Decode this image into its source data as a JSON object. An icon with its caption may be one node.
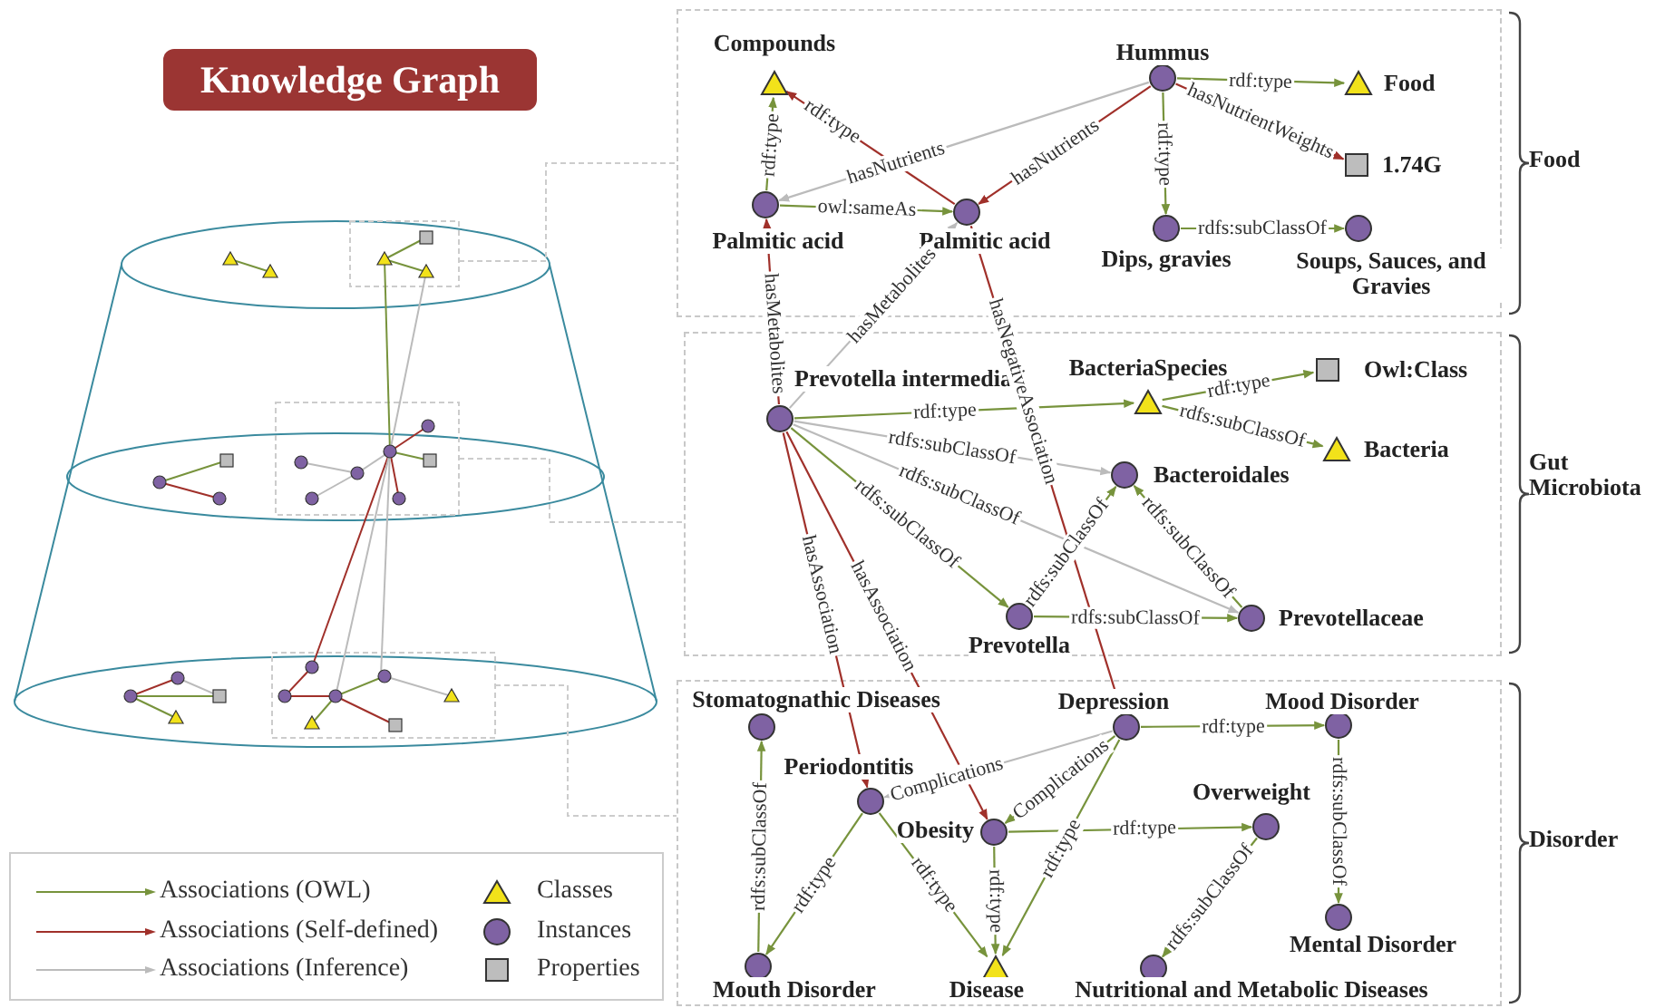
{
  "diagram": {
    "nodes": [
      {
        "text": [
          "Knowledge Graph"
        ]
      },
      {
        "text": [],
        "shape": "box",
        "beside": [
          "Food"
        ]
      },
      {
        "text": [],
        "shape": "box",
        "beside": [
          "Gut Microbiota"
        ]
      },
      {
        "text": [],
        "shape": "box",
        "beside": [
          "Disorder"
        ]
      },
      {
        "text": [],
        "shape": "triangle",
        "in": 1,
        "beside": [
          "Compounds"
        ]
      },
      {
        "text": [],
        "shape": "circle",
        "in": 1,
        "beside": [
          "Hummus"
        ]
      },
      {
        "text": [],
        "shape": "triangle",
        "in": 1,
        "beside": [
          "Food"
        ]
      },
      {
        "text": [],
        "shape": "circle",
        "in": 1,
        "beside": [
          "Palmitic acid"
        ]
      },
      {
        "text": [],
        "shape": "circle",
        "in": 1,
        "beside": [
          "Palmitic acid"
        ]
      },
      {
        "text": [],
        "shape": "square",
        "in": 1,
        "beside": [
          "1.74G"
        ]
      },
      {
        "text": [],
        "shape": "circle",
        "in": 1,
        "beside": [
          "Dips, gravies"
        ]
      },
      {
        "text": [],
        "shape": "circle",
        "in": 1,
        "beside": [
          "Soups, Sauces, and Gravies"
        ]
      },
      {
        "text": [],
        "shape": "circle",
        "in": 2,
        "beside": [
          "Prevotella intermedia"
        ]
      },
      {
        "text": [],
        "shape": "triangle",
        "in": 2,
        "beside": [
          "BacteriaSpecies"
        ]
      },
      {
        "text": [],
        "shape": "square",
        "in": 2,
        "beside": [
          "Owl:Class"
        ]
      },
      {
        "text": [],
        "shape": "triangle",
        "in": 2,
        "beside": [
          "Bacteria"
        ]
      },
      {
        "text": [],
        "shape": "circle",
        "in": 2,
        "beside": [
          "Bacteroidales"
        ]
      },
      {
        "text": [],
        "shape": "circle",
        "in": 2,
        "beside": [
          "Prevotella"
        ]
      },
      {
        "text": [],
        "shape": "circle",
        "in": 2,
        "beside": [
          "Prevotellaceae"
        ]
      },
      {
        "text": [],
        "shape": "circle",
        "in": 3,
        "beside": [
          "Stomatognathic Diseases"
        ]
      },
      {
        "text": [],
        "shape": "circle",
        "in": 3,
        "beside": [
          "Depression"
        ]
      },
      {
        "text": [],
        "shape": "circle",
        "in": 3,
        "beside": [
          "Mood Disorder"
        ]
      },
      {
        "text": [],
        "shape": "circle",
        "in": 3,
        "beside": [
          "Periodontitis"
        ]
      },
      {
        "text": [],
        "shape": "circle",
        "in": 3,
        "beside": [
          "Obesity"
        ]
      },
      {
        "text": [],
        "shape": "circle",
        "in": 3,
        "beside": [
          "Overweight"
        ]
      },
      {
        "text": [],
        "shape": "circle",
        "in": 3,
        "beside": [
          "Mouth Disorder"
        ]
      },
      {
        "text": [],
        "shape": "triangle",
        "in": 3,
        "beside": [
          "Disease"
        ]
      },
      {
        "text": [],
        "shape": "circle",
        "in": 3,
        "beside": [
          "Nutritional and Metabolic Diseases"
        ]
      },
      {
        "text": [],
        "shape": "circle",
        "in": 3,
        "beside": [
          "Mental Disorder"
        ]
      }
    ],
    "edges": [
      {
        "from": 7,
        "to": 4,
        "arrow": "to",
        "label": "rdf:type"
      },
      {
        "from": 8,
        "to": 4,
        "arrow": "to",
        "label": "rdf:type",
        "color": "#a0302a"
      },
      {
        "from": 5,
        "to": 7,
        "arrow": "to",
        "label": "hasNutrients",
        "color": "#bbbbbb"
      },
      {
        "from": 5,
        "to": 8,
        "arrow": "to",
        "label": "hasNutrients",
        "color": "#a0302a"
      },
      {
        "from": 7,
        "to": 8,
        "arrow": "to",
        "label": "owl:sameAs"
      },
      {
        "from": 5,
        "to": 6,
        "arrow": "to",
        "label": "rdf:type"
      },
      {
        "from": 5,
        "to": 9,
        "arrow": "to",
        "label": "hasNutrientWeights",
        "color": "#a0302a"
      },
      {
        "from": 5,
        "to": 10,
        "arrow": "to",
        "label": "rdf:type"
      },
      {
        "from": 10,
        "to": 11,
        "arrow": "to",
        "label": "rdfs:subClassOf"
      },
      {
        "from": 12,
        "to": 7,
        "arrow": "to",
        "label": "hasMetabolites",
        "color": "#a0302a"
      },
      {
        "from": 12,
        "to": 8,
        "arrow": "to",
        "label": "hasMetabolites",
        "color": "#bbbbbb"
      },
      {
        "from": 8,
        "to": 20,
        "arrow": "to",
        "label": "hasNegativeAssociation",
        "color": "#a0302a"
      },
      {
        "from": 12,
        "to": 13,
        "arrow": "to",
        "label": "rdf:type"
      },
      {
        "from": 13,
        "to": 14,
        "arrow": "to",
        "label": "rdf:type"
      },
      {
        "from": 13,
        "to": 15,
        "arrow": "to",
        "label": "rdfs:subClassOf"
      },
      {
        "from": 12,
        "to": 16,
        "arrow": "to",
        "label": "rdfs:subClassOf",
        "color": "#bbbbbb"
      },
      {
        "from": 12,
        "to": 18,
        "arrow": "to",
        "label": "rdfs:subClassOf",
        "color": "#bbbbbb"
      },
      {
        "from": 12,
        "to": 17,
        "arrow": "to",
        "label": "rdfs:subClassOf"
      },
      {
        "from": 17,
        "to": 16,
        "arrow": "to",
        "label": "rdfs:subClassOf"
      },
      {
        "from": 17,
        "to": 18,
        "arrow": "to",
        "label": "rdfs:subClassOf"
      },
      {
        "from": 18,
        "to": 16,
        "arrow": "to",
        "label": "rdfs:subClassOf"
      },
      {
        "from": 12,
        "to": 22,
        "arrow": "to",
        "label": "hasAssociation",
        "color": "#a0302a"
      },
      {
        "from": 12,
        "to": 23,
        "arrow": "to",
        "label": "hasAssociation",
        "color": "#a0302a"
      },
      {
        "from": 20,
        "to": 21,
        "arrow": "to",
        "label": "rdf:type"
      },
      {
        "from": 21,
        "to": 28,
        "arrow": "to",
        "label": "rdfs:subClassOf"
      },
      {
        "from": 20,
        "to": 22,
        "arrow": "to",
        "label": "Complications",
        "color": "#bbbbbb"
      },
      {
        "from": 20,
        "to": 23,
        "arrow": "to",
        "label": "Complications"
      },
      {
        "from": 23,
        "to": 24,
        "arrow": "to",
        "label": "rdf:type"
      },
      {
        "from": 24,
        "to": 27,
        "arrow": "to",
        "label": "rdfs:subClassOf"
      },
      {
        "from": 23,
        "to": 26,
        "arrow": "to",
        "label": "rdf:type"
      },
      {
        "from": 22,
        "to": 26,
        "arrow": "to",
        "label": "rdf:type"
      },
      {
        "from": 20,
        "to": 26,
        "arrow": "to",
        "label": "rdf:type"
      },
      {
        "from": 22,
        "to": 25,
        "arrow": "to",
        "label": "rdf:type"
      },
      {
        "from": 25,
        "to": 19,
        "arrow": "to",
        "label": "rdfs:subClassOf"
      }
    ],
    "legend": [
      {
        "text": "Associations (OWL)"
      },
      {
        "text": "Associations (Self-defined)"
      },
      {
        "text": "Associations (Inference)"
      },
      {
        "text": "Classes"
      },
      {
        "text": "Instances"
      },
      {
        "text": "Properties"
      }
    ]
  }
}
